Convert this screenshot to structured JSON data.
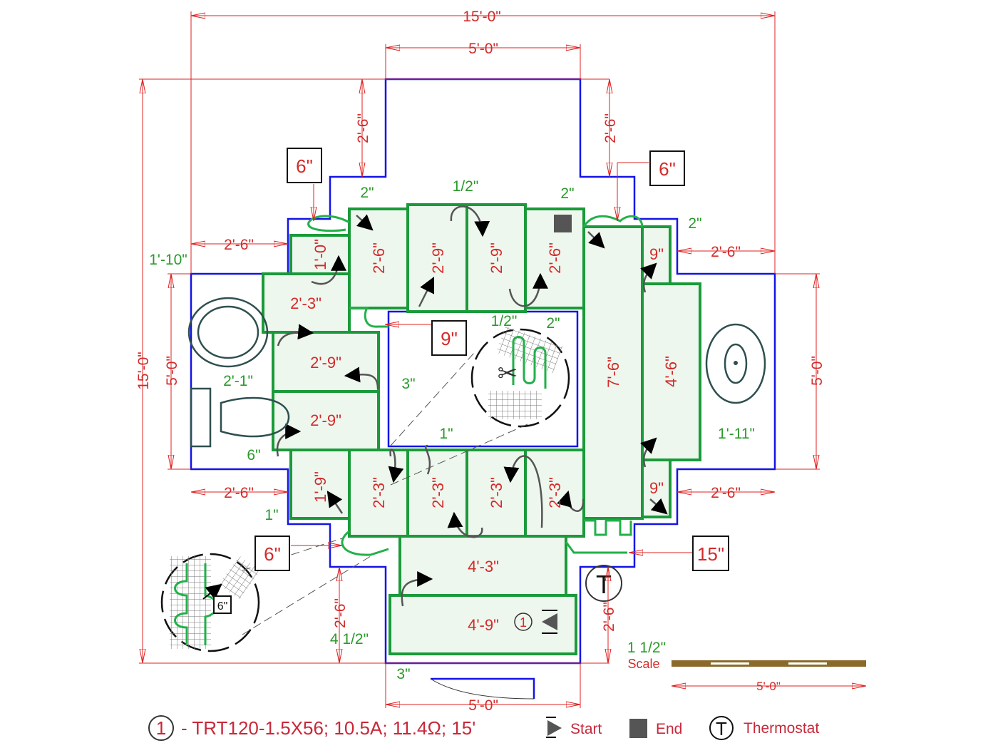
{
  "dimensions": {
    "overall_width": "15'-0\"",
    "top_alcove_width": "5'-0\"",
    "top_left_depth": "2'-6\"",
    "top_right_depth": "2'-6\"",
    "top_left_offset_box": "6\"",
    "top_right_offset_box": "6\"",
    "left_upper_width": "2'-6\"",
    "right_upper_width": "2'-6\"",
    "overall_height": "15'-0\"",
    "left_side_height": "5'-0\"",
    "right_side_height": "5'-0\"",
    "center_offset_box": "9\"",
    "left_lower_width": "2'-6\"",
    "right_lower_width": "2'-6\"",
    "bottom_left_offset_box": "6\"",
    "bottom_right_offset_box": "15\"",
    "bottom_left_depth": "2'-6\"",
    "bottom_right_depth": "2'-6\"",
    "bottom_alcove_width": "5'-0\"",
    "scale_length": "5'-0\""
  },
  "clearances": {
    "tub": "1'-10\"",
    "top_a": "2\"",
    "top_b": "1/2\"",
    "top_c": "2\"",
    "right_top": "2\"",
    "center_top": "1/2\"",
    "center_right": "2\"",
    "toilet": "2'-1\"",
    "center_left": "3\"",
    "center_bottom": "1\"",
    "left_lower": "6\"",
    "sink": "1'-11\"",
    "left_bottom": "1\"",
    "bottom_left": "4 1/2\"",
    "bottom": "3\"",
    "bottom_right": "1 1/2\""
  },
  "panels": [
    "1'-0\"",
    "2'-3\"",
    "2'-6\"",
    "2'-9\"",
    "2'-9\"",
    "2'-6\"",
    "7'-6\"",
    "9\"",
    "4'-6\"",
    "9\"",
    "2'-9\"",
    "2'-9\"",
    "1'-9\"",
    "2'-3\"",
    "2'-3\"",
    "2'-3\"",
    "2'-3\"",
    "4'-3\"",
    "4'-9\""
  ],
  "markers": {
    "mat_number": "1",
    "thermostat": "T",
    "detail_box": "6\""
  },
  "scale_label": "Scale",
  "legend": {
    "mat_number": "1",
    "mat_spec": "- TRT120-1.5X56; 10.5A; 11.4Ω; 15'",
    "start": "Start",
    "end": "End",
    "thermostat_symbol": "T",
    "thermostat": "Thermostat"
  },
  "colors": {
    "wall": "#1414e6",
    "panel": "#1a9a3a",
    "dimension": "#e02020",
    "clearance": "#2a9a2a"
  }
}
